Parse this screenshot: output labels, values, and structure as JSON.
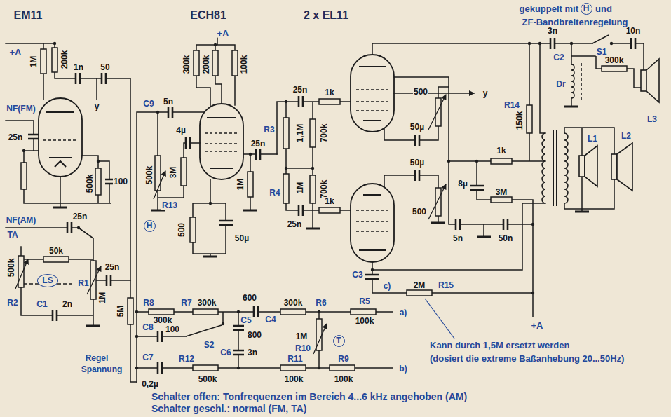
{
  "diagram": {
    "nodes": [
      {
        "text": [
          "H"
        ]
      },
      {
        "text": [
          "H"
        ]
      },
      {
        "text": [
          "LS"
        ]
      },
      {
        "text": [
          "T"
        ]
      }
    ],
    "labels": [
      "EM11",
      "ECH81",
      "2 x EL11",
      "gekuppelt mit",
      "und",
      "ZF-Bandbreitenregelung",
      "+A",
      "1M",
      "200k",
      "1n",
      "50",
      "+A",
      "300k",
      "200k",
      "100k",
      "C9",
      "5n",
      "y",
      "NF(FM)",
      "4µ",
      "25n",
      "1k",
      "3n",
      "S1",
      "10n",
      "C2",
      "500",
      "y",
      "Dr",
      "300k",
      "R14",
      "50µ",
      "R3",
      "1,1M",
      "700k",
      "150k",
      "L3",
      "25n",
      "25n",
      "L1",
      "L2",
      "1k",
      "50µ",
      "500k",
      "3M",
      "1M",
      "1M",
      "700k",
      "R4",
      "500k",
      "100",
      "8µ",
      "3M",
      "1k",
      "500",
      "R13",
      "NF(AM)",
      "TA",
      "25n",
      "500",
      "25n",
      "5n",
      "50n",
      "50µ",
      "50k",
      "25n",
      "500k",
      "R1",
      "1M",
      "C3",
      "2M",
      "R15",
      "c)",
      "R2",
      "C1",
      "2n",
      "5M",
      "R8",
      "R7",
      "300k",
      "600",
      "R6",
      "R5",
      "300k",
      "300k",
      "100k",
      "a)",
      "C5",
      "C4",
      "C8",
      "100",
      "800",
      "1M",
      "S2",
      "R10",
      "Kann durch 1,5M ersetzt werden",
      "(dosiert die extreme Baßanhebung 20...50Hz)",
      "Regel",
      "C7",
      "R12",
      "C6",
      "3n",
      "R11",
      "R9",
      "Spannung",
      "b)",
      "0,2µ",
      "500k",
      "100k",
      "100k",
      "+A",
      "Schalter offen: Tonfrequenzen im Bereich 4...6 kHz angehoben (AM)",
      "Schalter geschl.: normal (FM, TA)"
    ]
  }
}
